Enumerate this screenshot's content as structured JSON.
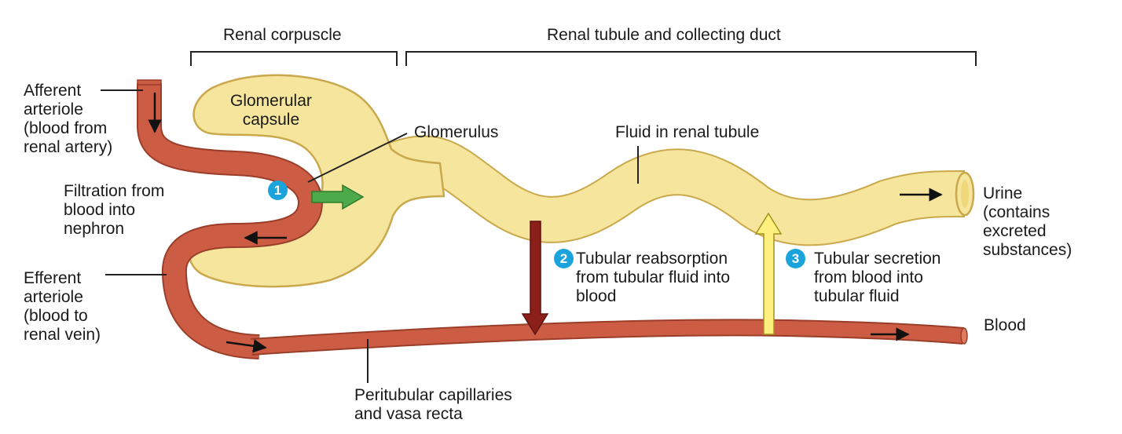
{
  "headers": {
    "renal_corpuscle": "Renal corpuscle",
    "renal_tubule": "Renal tubule and collecting duct"
  },
  "labels": {
    "afferent": [
      "Afferent",
      "arteriole",
      "(blood from",
      "renal artery)"
    ],
    "glomerular_capsule": [
      "Glomerular",
      "capsule"
    ],
    "glomerulus": "Glomerulus",
    "fluid_in_tubule": "Fluid in renal tubule",
    "filtration": [
      "Filtration from",
      "blood into",
      "nephron"
    ],
    "efferent": [
      "Efferent",
      "arteriole",
      "(blood to",
      "renal vein)"
    ],
    "urine": [
      "Urine",
      "(contains",
      "excreted",
      "substances)"
    ],
    "reabsorption": [
      "Tubular reabsorption",
      "from tubular fluid into",
      "blood"
    ],
    "secretion": [
      "Tubular secretion",
      "from blood into",
      "tubular fluid"
    ],
    "blood": "Blood",
    "peritubular": [
      "Peritubular capillaries",
      "and vasa recta"
    ]
  },
  "steps": {
    "filtration": "1",
    "reabsorption": "2",
    "secretion": "3"
  },
  "colors": {
    "vessel": "#cd5c44",
    "vessel_outline": "#9a3e2a",
    "tubule": "#f6e59c",
    "tubule_outline": "#c9a94c",
    "filtration_arrow": "#4caa4a",
    "reabsorption_arrow": "#8b1f1a",
    "secretion_arrow": "#fdf07e",
    "step_badge": "#1ba3dc"
  }
}
